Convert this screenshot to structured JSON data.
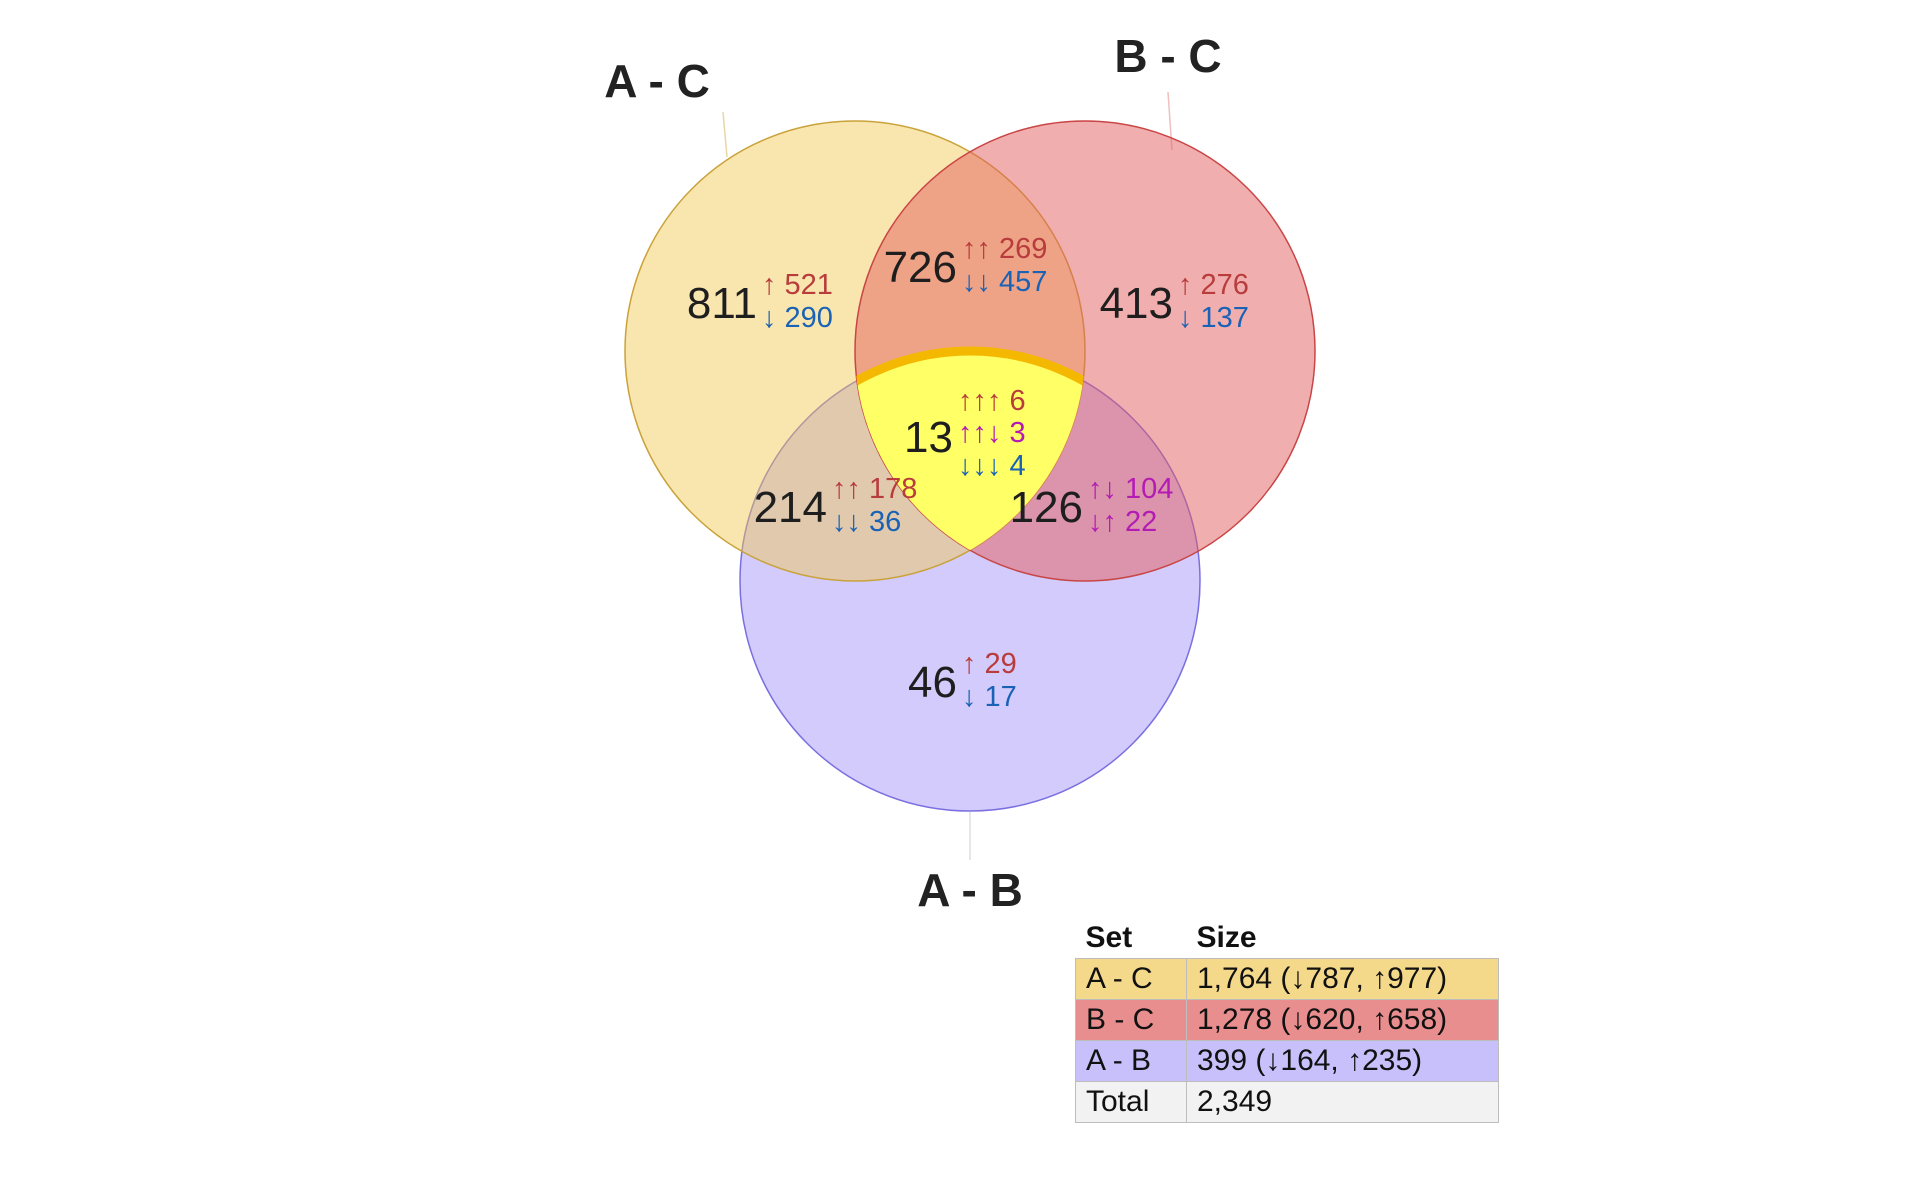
{
  "sets": [
    {
      "key": "ac",
      "name": "A - C",
      "color": "#f2c84b",
      "stroke": "#c9a23a"
    },
    {
      "key": "bc",
      "name": "B - C",
      "color": "#e35e5e",
      "stroke": "#c94646"
    },
    {
      "key": "ab",
      "name": "A - B",
      "color": "#a89cf7",
      "stroke": "#7a6fe0"
    }
  ],
  "regions": {
    "ac_only": {
      "total": "811",
      "lines": [
        {
          "arrows": "↑",
          "value": "521",
          "color": "#b83c3c"
        },
        {
          "arrows": "↓",
          "value": "290",
          "color": "#1a62b5"
        }
      ]
    },
    "bc_only": {
      "total": "413",
      "lines": [
        {
          "arrows": "↑",
          "value": "276",
          "color": "#b83c3c"
        },
        {
          "arrows": "↓",
          "value": "137",
          "color": "#1a62b5"
        }
      ]
    },
    "ab_only": {
      "total": "46",
      "lines": [
        {
          "arrows": "↑",
          "value": "29",
          "color": "#b83c3c"
        },
        {
          "arrows": "↓",
          "value": "17",
          "color": "#1a62b5"
        }
      ]
    },
    "ac_bc": {
      "total": "726",
      "lines": [
        {
          "arrows": "↑↑",
          "value": "269",
          "color": "#b83c3c"
        },
        {
          "arrows": "↓↓",
          "value": "457",
          "color": "#1a62b5"
        }
      ]
    },
    "ac_ab": {
      "total": "214",
      "lines": [
        {
          "arrows": "↑↑",
          "value": "178",
          "color": "#b83c3c"
        },
        {
          "arrows": "↓↓",
          "value": "36",
          "color": "#1a62b5"
        }
      ]
    },
    "bc_ab": {
      "total": "126",
      "lines": [
        {
          "arrows": "↑↓",
          "value": "104",
          "color": "#b41ab4"
        },
        {
          "arrows": "↓↑",
          "value": "22",
          "color": "#b41ab4"
        }
      ]
    },
    "all": {
      "total": "13",
      "lines": [
        {
          "arrows": "↑↑↑",
          "value": "6",
          "color": "#b83c3c"
        },
        {
          "arrows": "↑↑↓",
          "value": "3",
          "color": "#b41ab4"
        },
        {
          "arrows": "↓↓↓",
          "value": "4",
          "color": "#1a62b5"
        }
      ]
    }
  },
  "center_highlight": "#ffff66",
  "center_border": "#f5b800",
  "legend": {
    "header_set": "Set",
    "header_size": "Size",
    "rows": [
      {
        "set": "A - C",
        "size": "1,764 (↓787, ↑977)",
        "color": "#f5d98a"
      },
      {
        "set": "B - C",
        "size": "1,278 (↓620, ↑658)",
        "color": "#e88e8e"
      },
      {
        "set": "A - B",
        "size": "399 (↓164, ↑235)",
        "color": "#c8c0fb"
      },
      {
        "set": "Total",
        "size": "2,349",
        "color": "#f2f2f2"
      }
    ]
  }
}
